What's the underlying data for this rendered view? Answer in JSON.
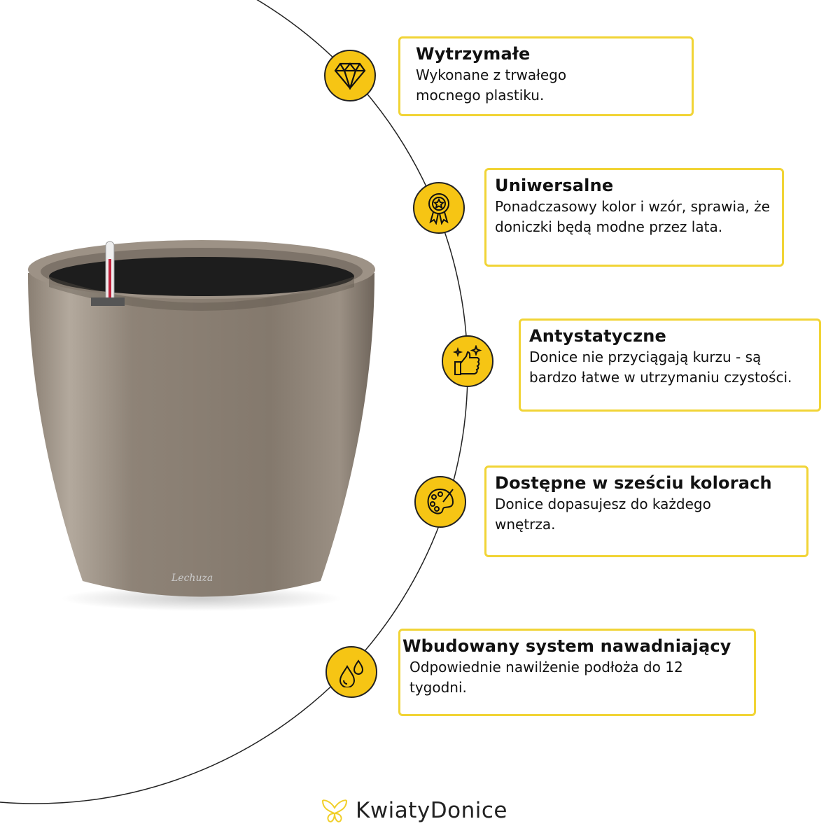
{
  "features": [
    {
      "title": "Wytrzymałe",
      "text": "Wykonane z trwałego mocnego plastiku.",
      "icon": "diamond-icon"
    },
    {
      "title": "Uniwersalne",
      "text": "Ponadczasowy kolor i wzór, sprawia, że doniczki będą modne przez lata.",
      "icon": "award-ribbon-icon"
    },
    {
      "title": "Antystatyczne",
      "text": "Donice nie przyciągają kurzu - są bardzo łatwe w utrzymaniu czystości.",
      "icon": "thumbs-up-sparkle-icon"
    },
    {
      "title": "Dostępne w sześciu kolorach",
      "text": "Donice dopasujesz do każdego wnętrza.",
      "icon": "palette-icon"
    },
    {
      "title": "Wbudowany system nawadniający",
      "text": "Odpowiednie nawilżenie podłoża do 12 tygodni.",
      "icon": "water-drops-icon"
    }
  ],
  "brand": {
    "name": "KwiatyDonice",
    "pot_logo": "Lechuza"
  },
  "colors": {
    "accent": "#f6c514",
    "border": "#f1d436",
    "pot": "#8f8478"
  }
}
